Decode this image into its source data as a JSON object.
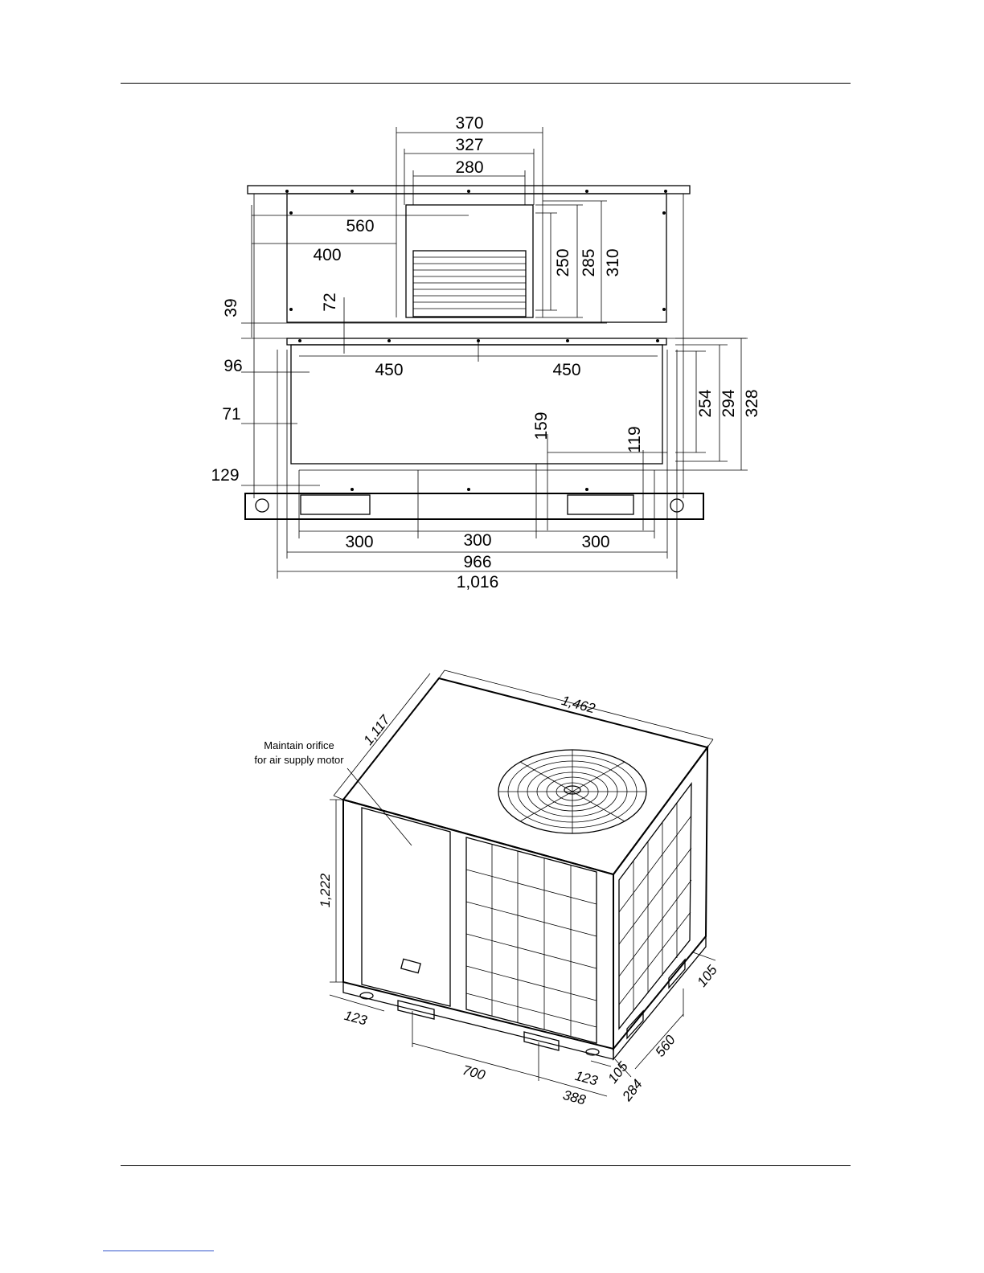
{
  "front_view": {
    "dims": {
      "d370": "370",
      "d327": "327",
      "d280": "280",
      "d560": "560",
      "d400": "400",
      "d250": "250",
      "d285": "285",
      "d310": "310",
      "d72": "72",
      "d39": "39",
      "d96": "96",
      "d71": "71",
      "d129": "129",
      "d450a": "450",
      "d450b": "450",
      "d159": "159",
      "d119": "119",
      "d254": "254",
      "d294": "294",
      "d328": "328",
      "d300a": "300",
      "d300b": "300",
      "d300c": "300",
      "d966": "966",
      "d1016": "1,016"
    }
  },
  "iso_view": {
    "note_line1": "Maintain orifice",
    "note_line2": "for air supply motor",
    "dims": {
      "d1462": "1,462",
      "d1117": "1,117",
      "d1222": "1,222",
      "d123a": "123",
      "d700": "700",
      "d123b": "123",
      "d388": "388",
      "d105a": "105",
      "d284": "284",
      "d560": "560",
      "d105b": "105"
    }
  }
}
